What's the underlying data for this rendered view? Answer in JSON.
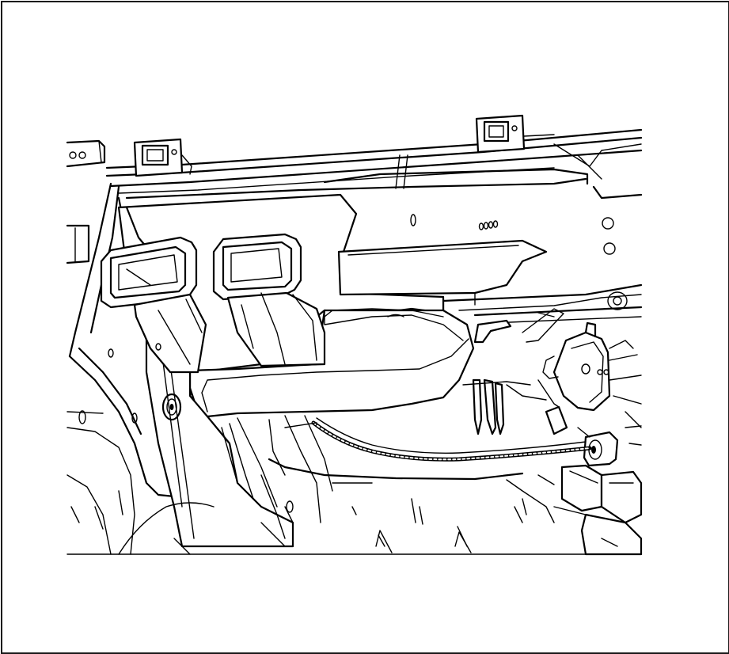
{
  "figure": {
    "kind": "line-art service illustration",
    "colors": {
      "line": "#000000",
      "background": "#ffffff",
      "border": "#1a1a1a"
    },
    "parts": [
      "dash-frame",
      "mounting-bracket",
      "heater-duct-outlet",
      "duct-assembly",
      "actuator-motor",
      "wire-harness",
      "floor-panel"
    ]
  }
}
